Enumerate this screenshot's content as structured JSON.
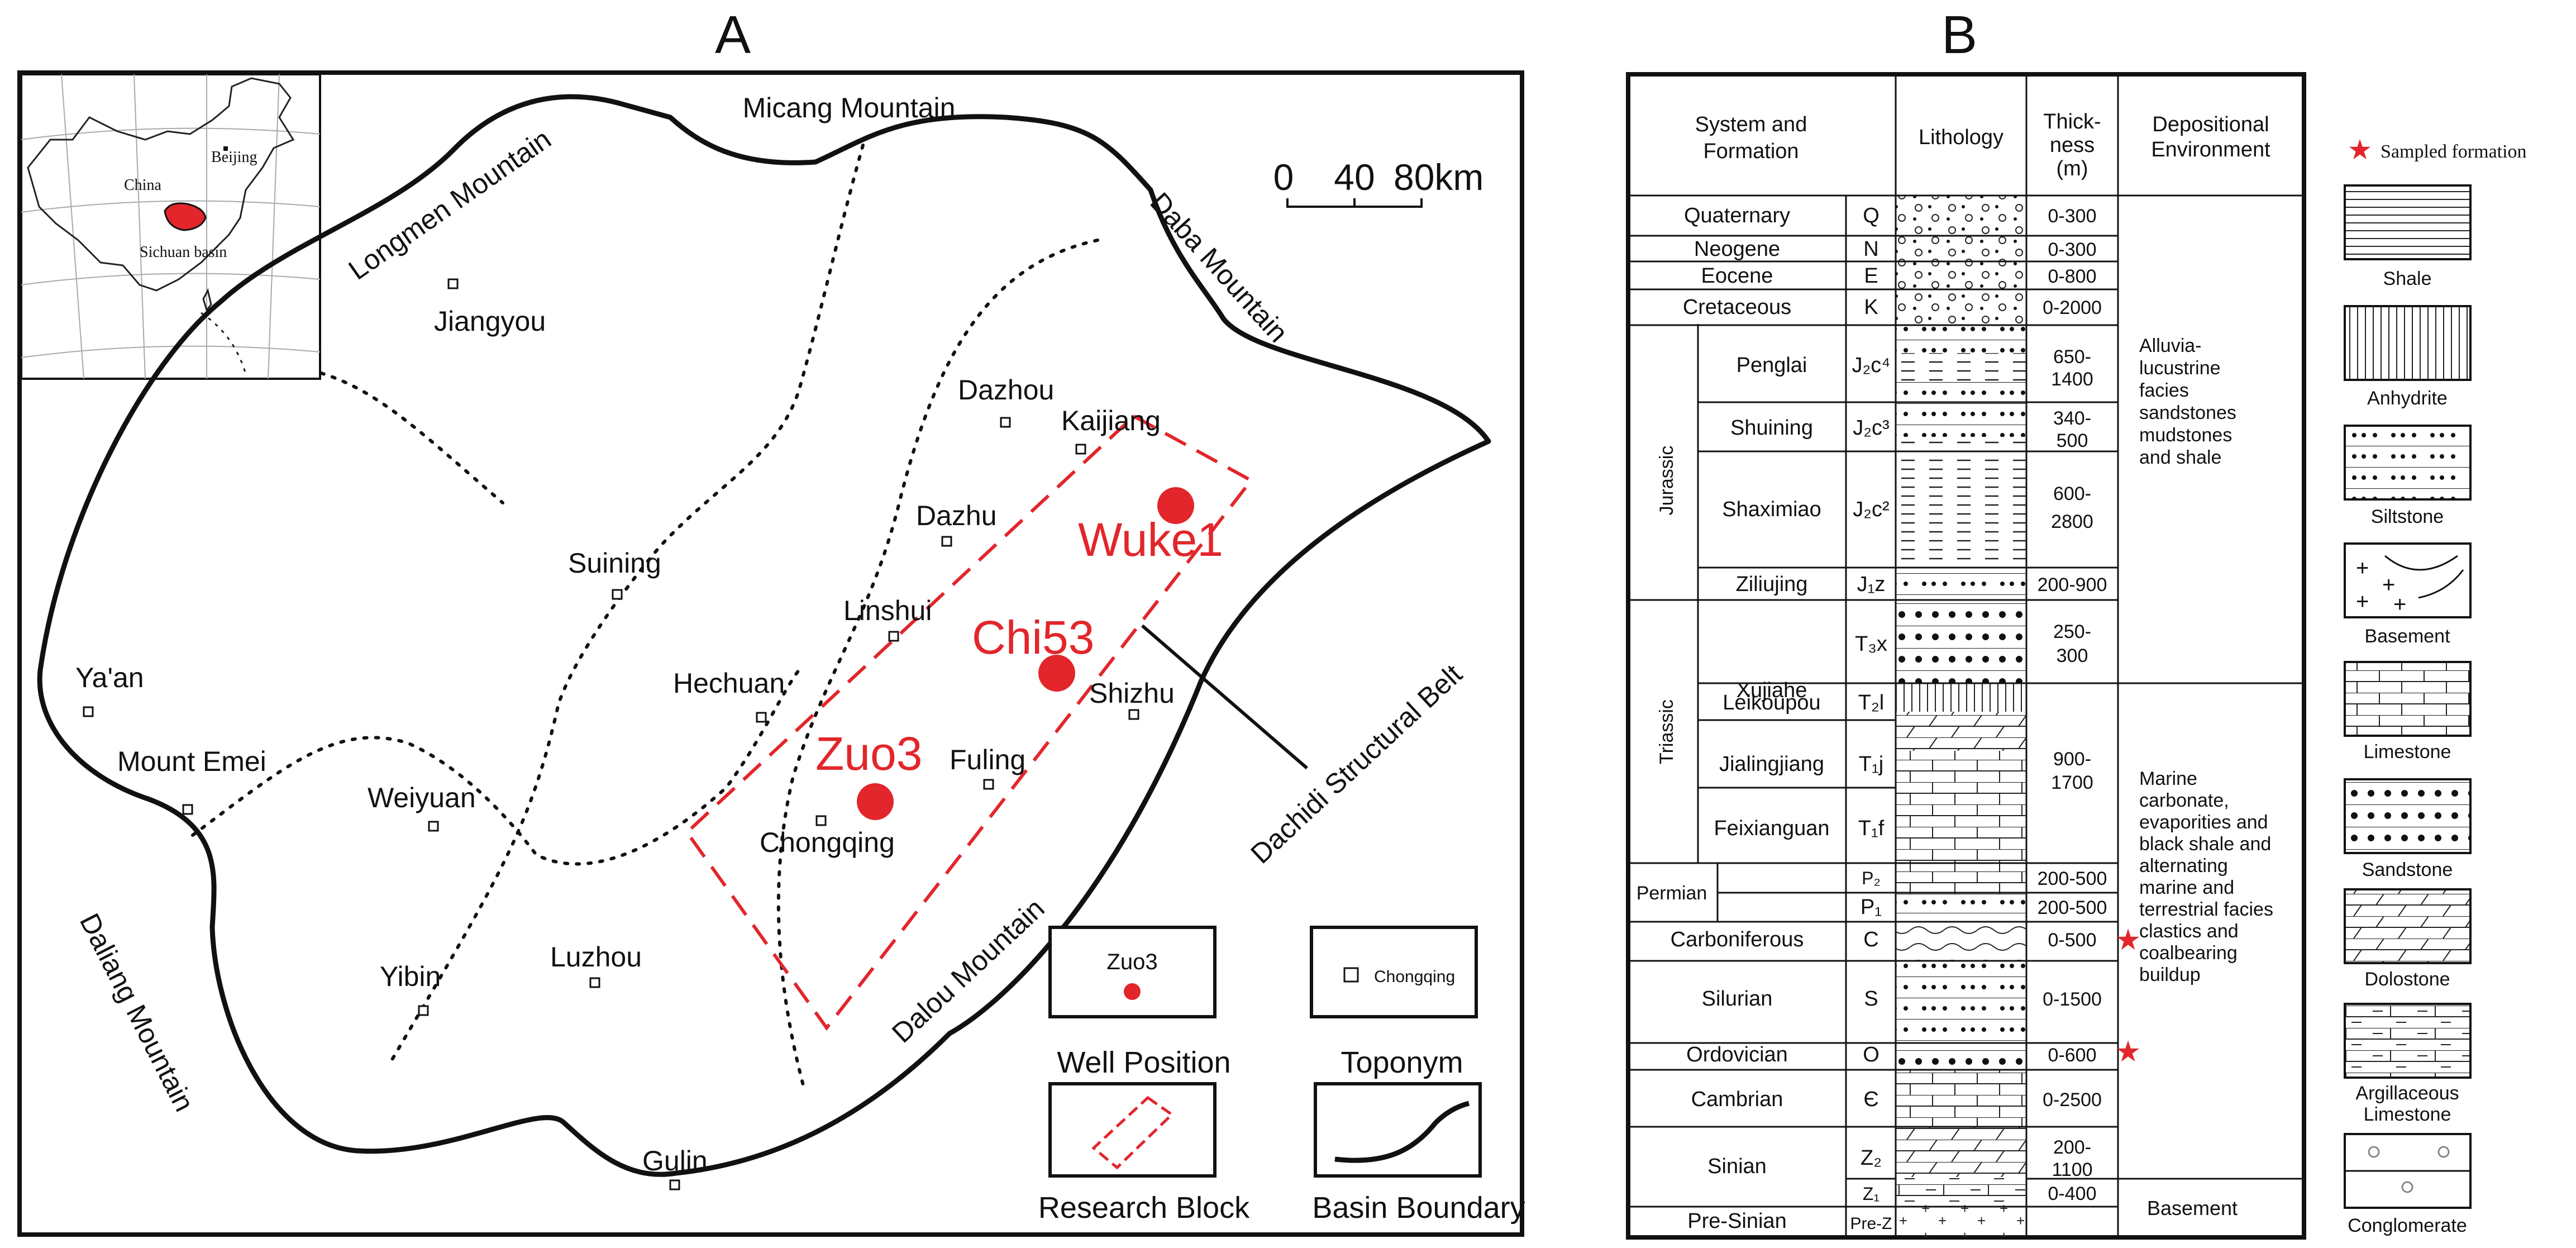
{
  "colors": {
    "accent": "#e2262b",
    "ink": "#1a1a1a"
  },
  "panelA": {
    "label": "A",
    "inset": {
      "country": "China",
      "capital": "Beijing",
      "basin": "Sichuan basin"
    },
    "scale": {
      "t0": "0",
      "t40": "40",
      "t80": "80km"
    },
    "mountains": {
      "micang": "Micang Mountain",
      "longmen": "Longmen Mountain",
      "daba": "Daba Mountain",
      "daliang": "Daliang Mountain",
      "dalou": "Dalou Mountain",
      "dachidi": "Dachidi Structural Belt"
    },
    "cities": {
      "jiangyou": "Jiangyou",
      "dazhou": "Dazhou",
      "kaijiang": "Kaijiang",
      "dazhu": "Dazhu",
      "suining": "Suining",
      "linshui": "Linshui",
      "yaan": "Ya'an",
      "hechuan": "Hechuan",
      "shizhu": "Shizhu",
      "mountemei": "Mount Emei",
      "weiyuan": "Weiyuan",
      "fuling": "Fuling",
      "chongqing": "Chongqing",
      "yibin": "Yibin",
      "luzhou": "Luzhou",
      "gulin": "Gulin"
    },
    "wells": {
      "wuke1": "Wuke1",
      "chi53": "Chi53",
      "zuo3": "Zuo3"
    },
    "legend": {
      "well_sample": "Zuo3",
      "well_caption": "Well Position",
      "toponym_sample": "Chongqing",
      "toponym_caption": "Toponym",
      "block_caption": "Research Block",
      "boundary_caption": "Basin Boundary"
    }
  },
  "panelB": {
    "label": "B",
    "headers": {
      "system_l1": "System and",
      "system_l2": "Formation",
      "lithology": "Lithology",
      "thick_l1": "Thick-",
      "thick_l2": "ness",
      "thick_l3": "(m)",
      "env_l1": "Depositional",
      "env_l2": "Environment"
    },
    "systems": {
      "jurassic": "Jurassic",
      "triassic": "Triassic",
      "permian": "Permian"
    },
    "rows": [
      {
        "name": "Quaternary",
        "code": "Q",
        "thick": "0-300"
      },
      {
        "name": "Neogene",
        "code": "N",
        "thick": "0-300"
      },
      {
        "name": "Eocene",
        "code": "E",
        "thick": "0-800"
      },
      {
        "name": "Cretaceous",
        "code": "K",
        "thick": "0-2000"
      },
      {
        "name": "Penglai",
        "code": "J₂c⁴",
        "thick_l1": "650-",
        "thick_l2": "1400"
      },
      {
        "name": "Shuining",
        "code": "J₂c³",
        "thick_l1": "340-",
        "thick_l2": "500"
      },
      {
        "name": "Shaximiao",
        "code": "J₂c²",
        "thick_l1": "600-",
        "thick_l2": "2800"
      },
      {
        "name": "Ziliujing",
        "code": "J₁z",
        "thick": "200-900"
      },
      {
        "name": "Xujiahe",
        "code": "T₃x",
        "thick_l1": "250-",
        "thick_l2": "300"
      },
      {
        "name": "Leikoupou",
        "code": "T₂l"
      },
      {
        "name": "Jialingjiang",
        "code": "T₁j",
        "thick_l1": "900-",
        "thick_l2": "1700"
      },
      {
        "name": "Feixianguan",
        "code": "T₁f"
      },
      {
        "code": "P₂",
        "thick": "200-500"
      },
      {
        "code": "P₁",
        "thick": "200-500"
      },
      {
        "name": "Carboniferous",
        "code": "C",
        "thick": "0-500"
      },
      {
        "name": "Silurian",
        "code": "S",
        "thick": "0-1500"
      },
      {
        "name": "Ordovician",
        "code": "O",
        "thick": "0-600"
      },
      {
        "name": "Cambrian",
        "code": "Є",
        "thick": "0-2500"
      },
      {
        "name": "Sinian",
        "code": "Z₂",
        "thick_l1": "200-",
        "thick_l2": "1100"
      },
      {
        "code": "Z₁",
        "thick": "0-400"
      },
      {
        "name": "Pre-Sinian",
        "code": "Pre-Z"
      }
    ],
    "env": {
      "continental": [
        "Alluvia-",
        "lucustrine",
        "facies",
        "sandstones",
        "mudstones",
        "and shale"
      ],
      "marine": [
        "Marine",
        "carbonate,",
        "evaporities and",
        "black shale and",
        "alternating",
        "marine and",
        "terrestrial facies",
        "clastics and",
        "coalbearing",
        "buildup"
      ],
      "basement": "Basement"
    },
    "legend": {
      "sampled": "Sampled formation",
      "items": [
        "Shale",
        "Anhydrite",
        "Siltstone",
        "Basement",
        "Limestone",
        "Sandstone",
        "Dolostone",
        "Argillaceous",
        "Limestone",
        "Conglomerate"
      ]
    }
  }
}
